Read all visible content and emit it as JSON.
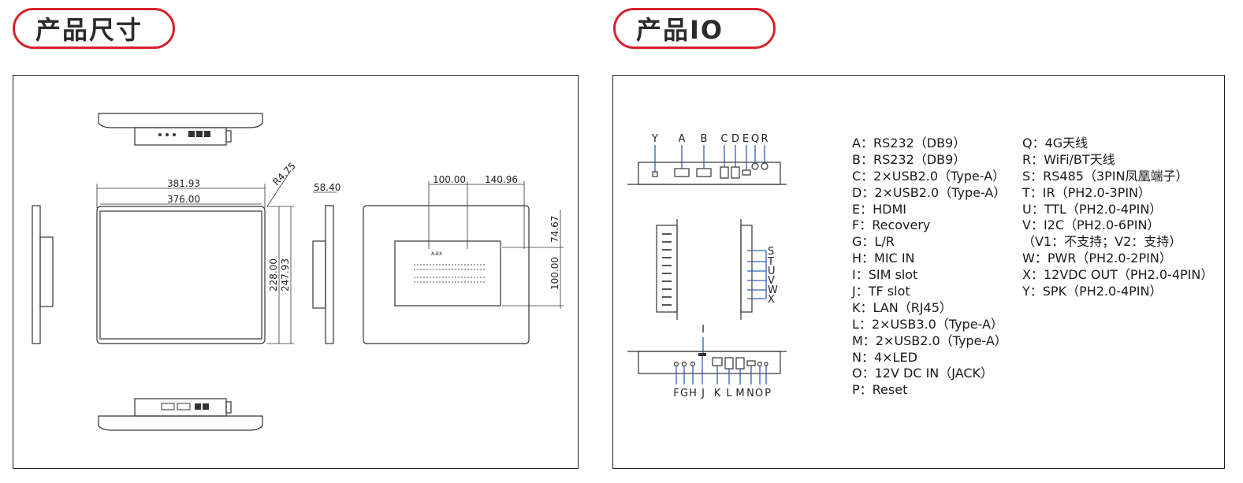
{
  "sections": {
    "dimensions_title": "产品尺寸",
    "io_title": "产品IO"
  },
  "dimensions": {
    "width_outer": "381.93",
    "width_inner": "376.00",
    "corner": "R4.75",
    "depth": "58.40",
    "height_inner": "228.00",
    "height_outer": "247.93",
    "mount_w1": "100.00",
    "mount_w2": "140.96",
    "mount_h1": "74.67",
    "mount_h2": "100.00",
    "rear_label": "A-BX"
  },
  "io_labels": {
    "top_row": [
      "Y",
      "A",
      "B",
      "C",
      "D",
      "E",
      "Q",
      "R"
    ],
    "side": [
      "S",
      "T",
      "U",
      "V",
      "W",
      "X"
    ],
    "bottom_row": [
      "F",
      "G",
      "H",
      "J",
      "K",
      "L",
      "M",
      "N",
      "O",
      "P"
    ],
    "sim": "I"
  },
  "legend_left": [
    "A：RS232（DB9）",
    "B：RS232（DB9）",
    "C：2×USB2.0（Type-A）",
    "D：2×USB2.0（Type-A）",
    "E：HDMI",
    "F：Recovery",
    "G：L/R",
    "H：MIC IN",
    "I：SIM slot",
    "J：TF slot",
    "K：LAN（RJ45）",
    "L：2×USB3.0（Type-A）",
    "M：2×USB2.0（Type-A）",
    "N：4×LED",
    "O：12V DC IN（JACK）",
    "P：Reset"
  ],
  "legend_right": [
    "Q：4G天线",
    "R：WiFi/BT天线",
    "S：RS485（3PIN凤凰端子）",
    "T：IR（PH2.0-3PIN）",
    "U：TTL（PH2.0-4PIN）",
    "V：I2C（PH2.0-6PIN）",
    "（V1：不支持；V2：支持）",
    "W：PWR（PH2.0-2PIN）",
    "X：12VDC OUT（PH2.0-4PIN）",
    "Y：SPK（PH2.0-4PIN）"
  ],
  "colors": {
    "accent": "#d9202b",
    "callout": "#2f5fb3"
  }
}
